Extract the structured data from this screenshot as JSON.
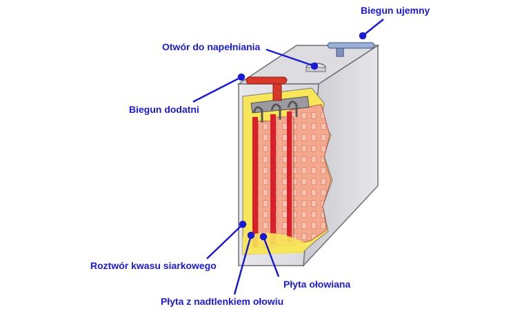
{
  "labels": {
    "negative_terminal": "Biegun ujemny",
    "filler_hole": "Otwór do napełniania",
    "positive_terminal": "Biegun dodatni",
    "acid_solution": "Roztwór kwasu siarkowego",
    "lead_plate": "Płyta ołowiana",
    "lead_dioxide_plate": "Płyta z nadtlenkiem ołowiu"
  },
  "colors": {
    "label_text": "#1a1ad6",
    "leader_line": "#1a1ad6",
    "casing_gray": "#d9d9de",
    "electrolyte_yellow": "#f7e55a",
    "plate_pink": "#f2a98f",
    "plate_red": "#d8202a",
    "positive_terminal": "#d8392b",
    "negative_terminal": "#9ab0d8"
  }
}
